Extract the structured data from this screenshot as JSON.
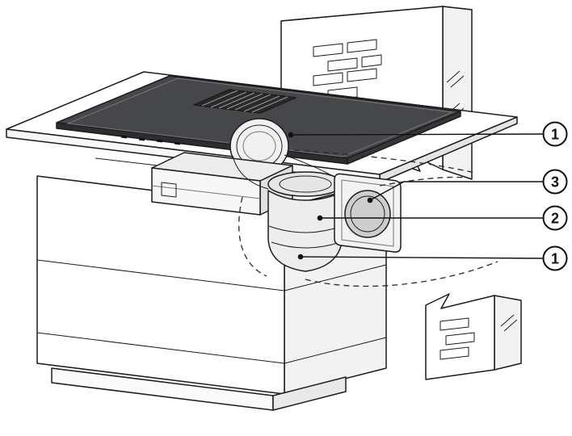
{
  "diagram": {
    "type": "installation-diagram",
    "callouts": [
      {
        "label": "1"
      },
      {
        "label": "3"
      },
      {
        "label": "2"
      },
      {
        "label": "1"
      }
    ],
    "colors": {
      "line": "#1c1c1c",
      "background": "#ffffff",
      "cooktop_top": "#46474b",
      "cooktop_front": "#2c2d30",
      "cooktop_side": "#35363a",
      "grille_fill": "#2a2a2a",
      "panel_white": "#ffffff",
      "panel_light": "#f2f2f2",
      "panel_mid": "#e4e4e4",
      "counter_front": "#f7f7f7",
      "duct_fill": "#ededed",
      "collar_fill": "#e6e6e6",
      "collar_inner": "#f6f6f6",
      "ring_outer": "#f1f1f1",
      "ring_inner": "#fafafa",
      "plate_fill": "#f3f3f3",
      "hole_outer": "#cdcdcd",
      "hole_inner": "#ececec",
      "unit_dark": "#3c3c3c"
    }
  }
}
